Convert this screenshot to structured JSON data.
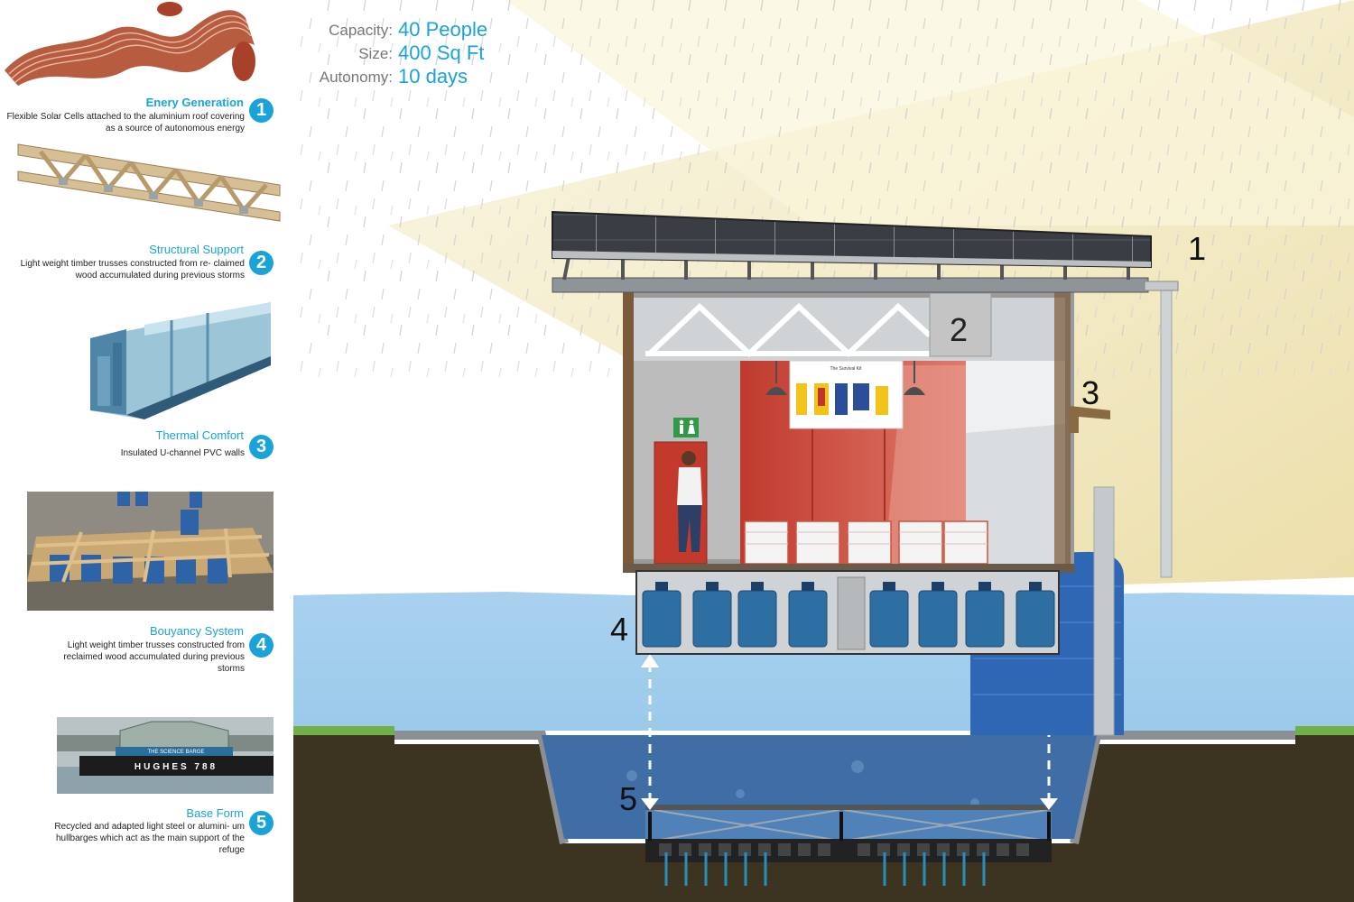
{
  "stats": [
    {
      "label": "Capacity:",
      "value": "40 People"
    },
    {
      "label": "Size:",
      "value": "400 Sq Ft"
    },
    {
      "label": "Autonomy:",
      "value": "10 days"
    }
  ],
  "items": [
    {
      "number": "1",
      "title": "Enery Generation",
      "description": "Flexible Solar Cells attached to the aluminium roof covering as a source of autonomous energy"
    },
    {
      "number": "2",
      "title": "Structural Support",
      "description": "Light weight timber trusses constructed from re- claimed wood accumulated during previous storms"
    },
    {
      "number": "3",
      "title": "Thermal Comfort",
      "description": "Insulated U-channel PVC walls"
    },
    {
      "number": "4",
      "title": "Bouyancy System",
      "description": "Light weight timber trusses constructed from reclaimed wood accumulated during previous storms"
    },
    {
      "number": "5",
      "title": "Base  Form",
      "description": "Recycled and adapted light steel or alumini- um hullbarges which act as the main support of the refuge"
    }
  ],
  "callouts": {
    "c1": "1",
    "c2": "2",
    "c3": "3",
    "c4": "4",
    "c5": "5"
  },
  "poster": {
    "title": "The Survival Kit"
  },
  "barge": {
    "sign": "THE SCIENCE BARGE",
    "hull": "HUGHES 788"
  },
  "colors": {
    "accent": "#1aa3d9",
    "water": "#a8d0ee",
    "wall": "#c4392f",
    "barrel": "#2e6fa3",
    "ground": "#3c3320"
  }
}
